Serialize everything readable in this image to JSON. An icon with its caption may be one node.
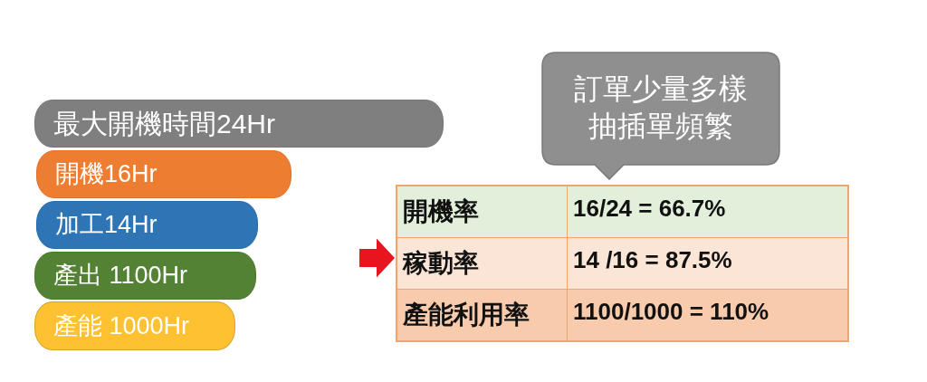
{
  "diagram": {
    "nodes": [
      {
        "text": [
          "最大開機時間24Hr"
        ]
      },
      {
        "text": [
          "開機16Hr"
        ]
      },
      {
        "text": [
          "加工14Hr"
        ]
      },
      {
        "text": [
          "產出 1100Hr"
        ]
      },
      {
        "text": [
          "產能 1000Hr"
        ]
      },
      {
        "text": [
          "訂單少量多樣抽插單頻繁"
        ]
      },
      {
        "text": [],
        "shape": "table"
      },
      {
        "text": [
          "開機率"
        ],
        "in": 6
      },
      {
        "text": [
          "16/24 = 66.7%"
        ],
        "in": 6
      },
      {
        "text": [
          "稼動率"
        ],
        "in": 6
      },
      {
        "text": [
          "14 /16 = 87.5%"
        ],
        "in": 6
      },
      {
        "text": [
          "產能利用率"
        ],
        "in": 6
      },
      {
        "text": [
          "1100/1000 = 110%"
        ],
        "in": 6
      }
    ],
    "edges": [
      {
        "from": null,
        "to": 6,
        "arrow": "to"
      }
    ]
  }
}
